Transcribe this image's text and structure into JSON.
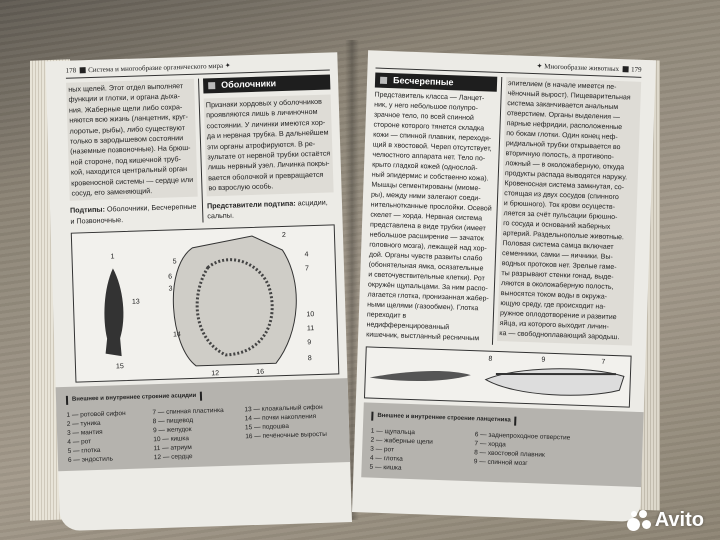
{
  "left_page": {
    "running_head": {
      "page_number": "178",
      "title": "Система и многообразие органического мира"
    },
    "column1": "ных щелей. Этот отдел выполняет\nфункции и глотки, и органа дыха-\nния. Жаберные щели либо сохра-\nняются всю жизнь (ланцетник, круг-\nлоротые, рыбы), либо существуют\nтолько в зародышевом состоянии\n(наземные позвоночные). На брюш-\nной стороне, под кишечной труб-\nкой, находится центральный орган\nкровеносной системы — сердце или\nсосуд, его заменяющий.",
    "subtypes_label": "Подтипы:",
    "subtypes_text": "Оболочники, Бесчерепные и Позвоночные.",
    "section_title": "Оболочники",
    "column2": "Признаки хордовых у оболочников\nпроявляются лишь в личиночном\nсостоянии. У личинки имеются хор-\nда и нервная трубка. В дальнейшем\nэти органы атрофируются. В ре-\nзультате от нервной трубки остаётся\nлишь нервный узел. Личинка покры-\nвается оболочкой и превращается\nво взрослую особь.",
    "representatives_label": "Представители подтипа:",
    "representatives_text": "асцидии, сальпы.",
    "figure_labels": [
      "1",
      "2",
      "3",
      "4",
      "5",
      "6",
      "7",
      "8",
      "9",
      "10",
      "11",
      "12",
      "13",
      "14",
      "15",
      "16"
    ],
    "legend": {
      "caption": "Внешнее и внутреннее строение асцидии",
      "col1": "1 — ротовой сифон\n2 — туника\n3 — мантия\n4 — рот\n5 — глотка\n6 — эндостиль",
      "col2": "7 — спинная пластинка\n8 — пищевод\n9 — желудок\n10 — кишка\n11 — атриум\n12 — сердце",
      "col3": "13 — клоакальный сифон\n14 — почки накопления\n15 — подошва\n16 — печёночные выросты"
    }
  },
  "right_page": {
    "running_head": {
      "page_number": "179",
      "title": "Многообразие животных"
    },
    "section_title": "Бесчерепные",
    "column1": "Представитель класса — Ланцет-\nник, у него небольшое полупро-\nзрачное тело, по всей спинной\nстороне которого тянется складка\nкожи — спинной плавник, переходя-\nщий в хвостовой. Череп отсутствует,\nчелюстного аппарата нет. Тело по-\nкрыто гладкой кожей (однослой-\nный эпидермис и собственно кожа).\nМышцы сегментированы (миоме-\nры), между ними залегают соеди-\nнительнотканные прослойки. Осевой\nскелет — хорда. Нервная система\nпредставлена в виде трубки (имеет\nнебольшое расширение — зачаток\nголовного мозга), лежащей над хор-\nдой. Органы чувств развиты слабо\n(обонятельная ямка, осязательные\nи светочувствительные клетки). Рот\nокружён щупальцами. За ним распо-\nлагается глотка, пронизанная жабер-\nными щелями (газообмен). Глотка\nпереходит в недифференцированный\nкишечник, выстланный ресничным",
    "column2": "эпителием (в начале имеется пе-\nчёночный вырост). Пищеварительная\nсистема заканчивается анальным\nотверстием. Органы выделения —\nпарные нефридии, расположенные\nпо бокам глотки. Один конец неф-\nридиальной трубки открывается во\nвторичную полость, а противопо-\nложный — в околожаберную, откуда\nпродукты распада выводятся наружу.\nКровеносная система замкнутая, со-\nстоящая из двух сосудов (спинного\nи брюшного). Ток крови осуществ-\nляется за счёт пульсации брюшно-\nго сосуда и оснований жаберных\nартерий. Раздельнополые животные.\nПоловая система самца включает\nсеменники, самки — яичники. Вы-\nводных протоков нет. Зрелые гаме-\nты разрывают стенки гонад, выде-\nляются в околожаберную полость,\nвыносятся током воды в окружа-\nющую среду, где происходит на-\nружное оплодотворение и развитие\nяйца, из которого выходит личин-\nка — свободноплавающий зародыш.",
    "figure_labels": [
      "8",
      "9",
      "7"
    ],
    "legend": {
      "caption": "Внешнее и внутреннее строение ланцетника",
      "col1": "1 — щупальца\n2 — жаберные щели\n3 — рот\n4 — глотка\n5 — кишка",
      "col2": "6 — заднепроходное отверстие\n7 — хорда\n8 — хвостовой плавник\n9 — спинной мозг"
    }
  },
  "watermark": "Avito",
  "colors": {
    "page": "#ecebe6",
    "legend_bg": "#b5b3ae",
    "title_bar": "#1e1e1e",
    "avito_dots": [
      "#97cf26",
      "#a169f7",
      "#ff6163",
      "#00aaff"
    ]
  }
}
